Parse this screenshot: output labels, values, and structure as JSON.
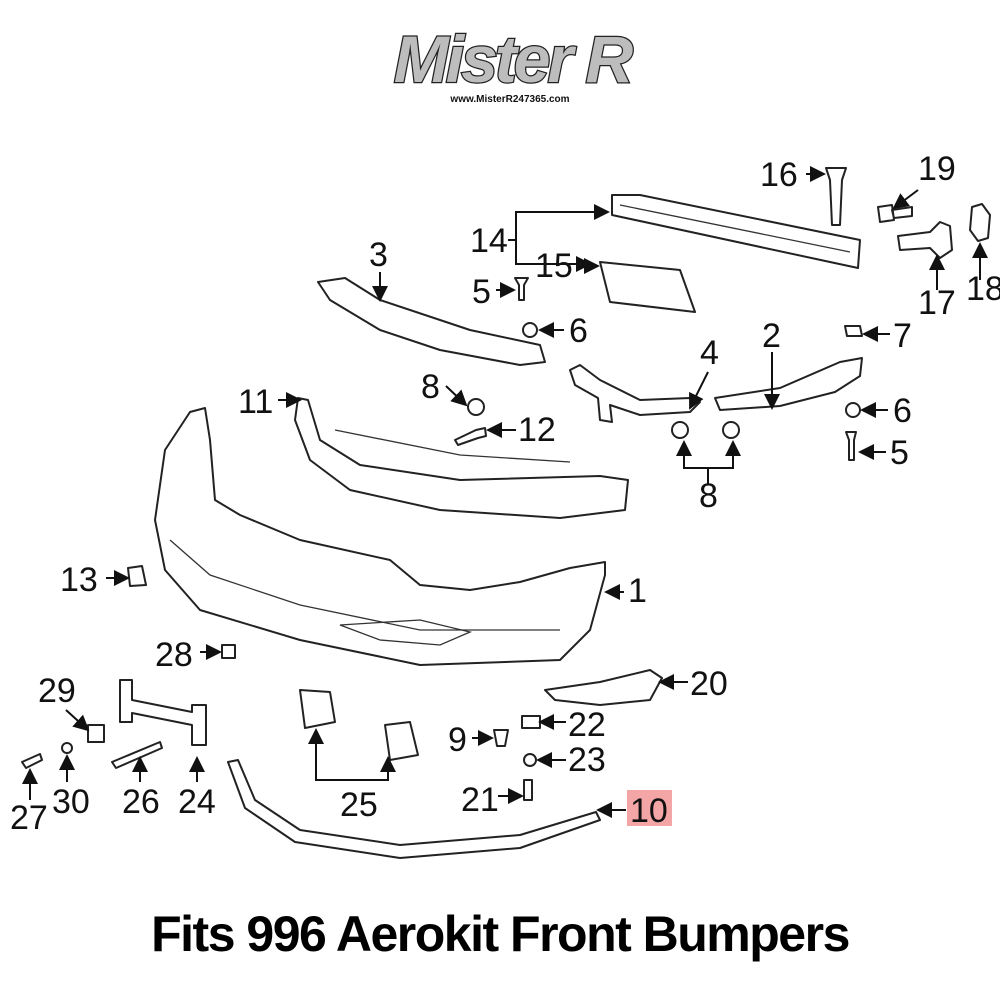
{
  "logo": {
    "text": "Mister R",
    "url": "www.MisterR247365.com"
  },
  "title": "Fits 996 Aerokit Front Bumpers",
  "highlight_color": "#f4a6a6",
  "labels": [
    "16",
    "19",
    "18",
    "17",
    "14",
    "15",
    "3",
    "5",
    "6",
    "7",
    "2",
    "4",
    "11",
    "8",
    "6",
    "12",
    "5",
    "8",
    "13",
    "1",
    "28",
    "20",
    "29",
    "22",
    "9",
    "23",
    "27",
    "30",
    "26",
    "24",
    "25",
    "21",
    "10"
  ],
  "highlighted_label": "10"
}
